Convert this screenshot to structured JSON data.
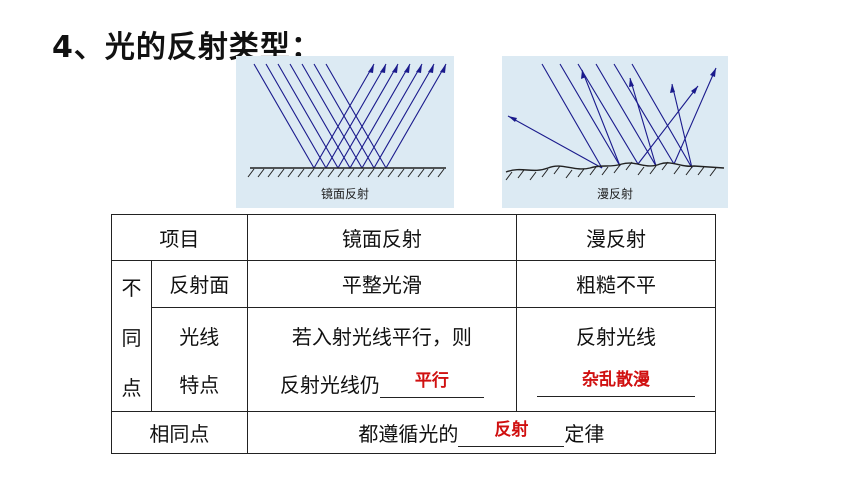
{
  "title": "4、光的反射类型：",
  "figures": {
    "mirror_caption": "镜面反射",
    "diffuse_caption": "漫反射"
  },
  "table": {
    "header": {
      "item": "项目",
      "mirror": "镜面反射",
      "diffuse": "漫反射"
    },
    "diff_label": [
      "不",
      "同",
      "点"
    ],
    "row_surface": {
      "label": "反射面",
      "mirror": "平整光滑",
      "diffuse": "粗糙不平"
    },
    "row_light": {
      "label_line1": "光线",
      "label_line2": "特点",
      "mirror_line1": "若入射光线平行，则",
      "mirror_line2_prefix": "反射光线仍",
      "mirror_answer": "平行",
      "diffuse_line1": "反射光线",
      "diffuse_answer": "杂乱散漫"
    },
    "row_same": {
      "label": "相同点",
      "prefix": "都遵循光的",
      "answer": "反射",
      "suffix": "定律"
    }
  },
  "colors": {
    "answer": "#d01010",
    "figure_bg": "#dceaf3",
    "ray": "#1a1a8c"
  }
}
